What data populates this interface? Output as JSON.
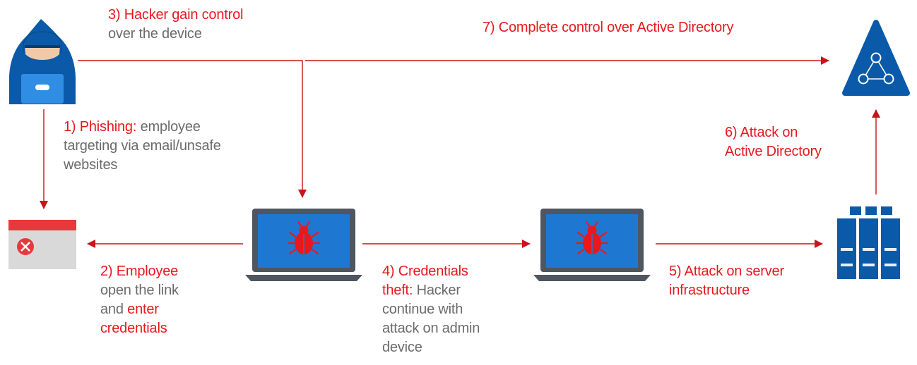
{
  "colors": {
    "accent_red": "#e8181e",
    "arrow_red": "#c8141a",
    "text_grey": "#6b6b6b",
    "icon_blue": "#0a5aa9",
    "screen_blue": "#1e78d2",
    "laptop_frame": "#4e5660",
    "alert_red": "#e8383d"
  },
  "icons": {
    "hacker": "hooded-hacker-icon",
    "phishing_page": "browser-error-icon",
    "infected_laptop": "laptop-bug-icon",
    "admin_laptop": "laptop-bug-icon",
    "servers": "server-rack-icon",
    "active_directory": "active-directory-triangle-icon"
  },
  "steps": {
    "s1": {
      "title": "1) Phishing:",
      "desc_a": " employee",
      "desc_b": "targeting via email/unsafe",
      "desc_c": "websites"
    },
    "s2": {
      "title": "2) Employee",
      "line2": "open the link",
      "line3_a": "and ",
      "line3_b": "enter",
      "line4": "credentials"
    },
    "s3": {
      "title": "3) Hacker gain control",
      "desc": "over the device"
    },
    "s4": {
      "title_a": "4) Credentials",
      "title_b": "theft:",
      "desc_a": " Hacker",
      "desc_b": "continue with",
      "desc_c": "attack on admin",
      "desc_d": "device"
    },
    "s5": {
      "line1": "5) Attack on server",
      "line2": "infrastructure"
    },
    "s6": {
      "line1": "6) Attack on",
      "line2": "Active Directory"
    },
    "s7": {
      "line1": "7) Complete control over Active Directory"
    }
  }
}
